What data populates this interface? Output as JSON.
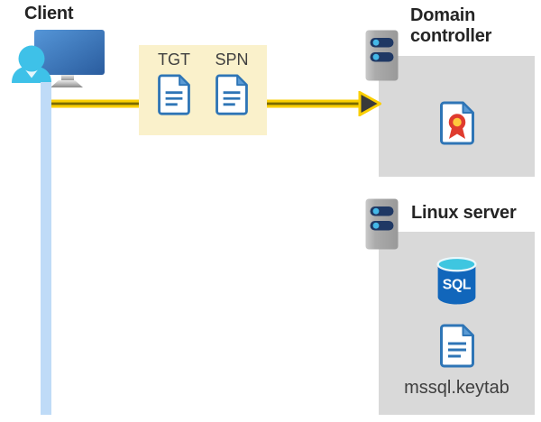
{
  "client": {
    "label": "Client"
  },
  "token_box": {
    "items": [
      {
        "label": "TGT",
        "icon": "document-icon"
      },
      {
        "label": "SPN",
        "icon": "document-icon"
      }
    ]
  },
  "domain_controller": {
    "title": "Domain controller",
    "icons": [
      "server-icon",
      "certificate-icon"
    ]
  },
  "linux_server": {
    "title": "Linux server",
    "sql_icon_label": "SQL",
    "keytab_label": "mssql.keytab",
    "icons": [
      "server-icon",
      "sql-database-icon",
      "document-icon"
    ]
  },
  "colors": {
    "token_box_bg": "#FAF1CB",
    "panel_gray": "#D9D9D9",
    "arrow_yellow": "#FACE00",
    "arrow_stripe": "#7A6A00",
    "arrowhead_dark": "#3A3A3A",
    "doc_blue": "#2E75B6",
    "doc_fold": "#5B9BD5",
    "line_blue": "#BFDBF7",
    "server_navy": "#1F3864",
    "server_dot": "#45B8E8",
    "person_cyan": "#3EC1E8",
    "sql_blue": "#1166BB",
    "sql_cyan": "#3EC6E0",
    "cert_red": "#DF3B2E",
    "cert_yellow": "#FFC83D",
    "text_dark": "#242424",
    "text_gray": "#3F3F3F"
  }
}
